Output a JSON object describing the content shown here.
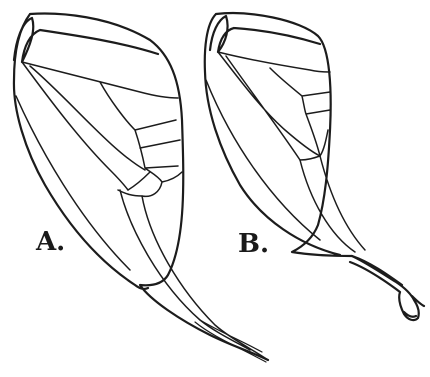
{
  "figures": [
    {
      "id": "A",
      "label": "A."
    },
    {
      "id": "B",
      "label": "B."
    }
  ],
  "colors": {
    "ink": "#1c1c1c",
    "background": "#ffffff"
  }
}
